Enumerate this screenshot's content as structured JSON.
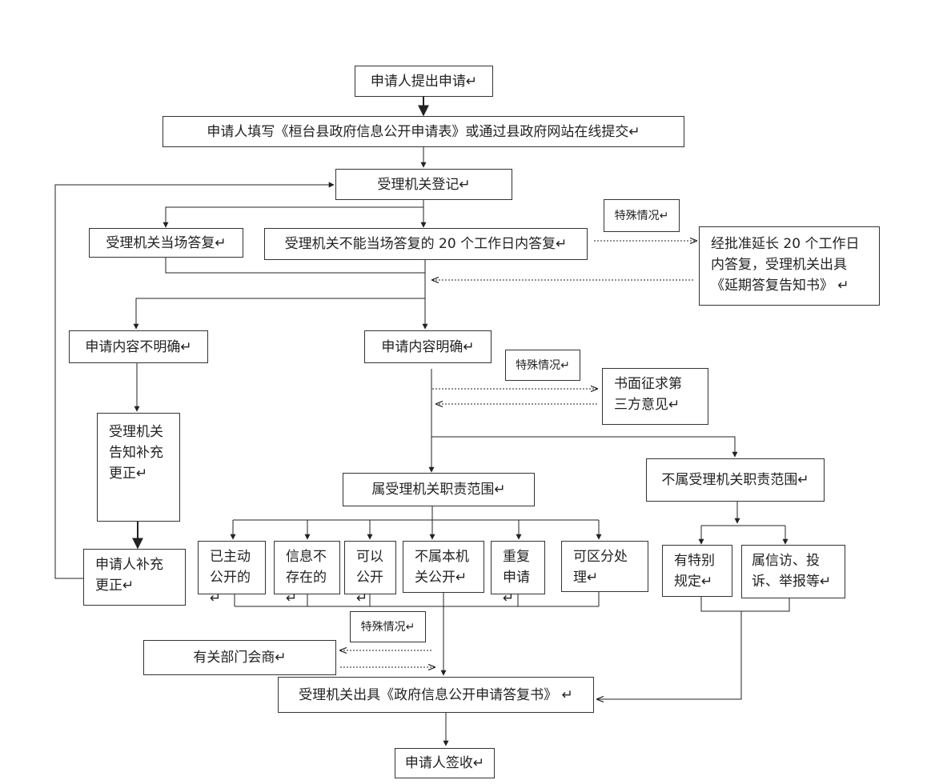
{
  "boxes": {
    "start": "申请人提出申请↵",
    "fill_form": "申请人填写《桓台县政府信息公开申请表》或通过县政府网站在线提交↵",
    "register": "受理机关登记↵",
    "reply_on_spot": "受理机关当场答复↵",
    "reply_20_days": "受理机关不能当场答复的 20 个工作日内答复↵",
    "special_1": "特殊情况↵",
    "extend": "经批准延长 20 个工作日\n内答复，受理机关出具\n《延期答复告知书》 ↵",
    "unclear": "申请内容不明确↵",
    "clear": "申请内容明确↵",
    "special_2": "特殊情况↵",
    "third_party": "书面征求第\n三方意见↵",
    "notify_correct": "受理机关\n告知补充\n更正↵",
    "in_scope": "属受理机关职责范围↵",
    "out_of_scope": "不属受理机关职责范围↵",
    "supplement": "申请人补充\n更正↵",
    "published": "已主动\n公开的↵",
    "not_exist": "信息不\n存在的↵",
    "can_publish": "可以\n公开↵",
    "not_public": "不属本机\n关公开↵",
    "repeat": "重复\n申请↵",
    "separable": "可区分处\n理↵",
    "special_rule": "有特别\n规定↵",
    "petition": "属信访、投\n诉、举报等↵",
    "special_3": "特殊情况↵",
    "consult": "有关部门会商↵",
    "issue_reply": "受理机关出具《政府信息公开申请答复书》 ↵",
    "sign": "申请人签收↵"
  }
}
